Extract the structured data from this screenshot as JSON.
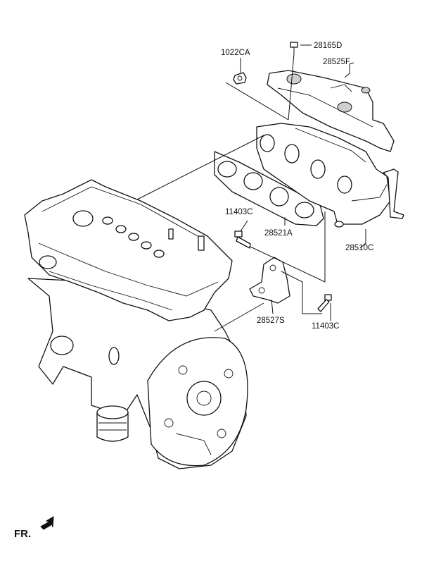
{
  "labels": {
    "nut_1022ca": "1022CA",
    "bolt_28165d": "28165D",
    "heat_shield_28525f": "28525F",
    "bolt_11403c_upper": "11403C",
    "gasket_28521a": "28521A",
    "manifold_28510c": "28510C",
    "bracket_28527s": "28527S",
    "bolt_11403c_lower": "11403C"
  },
  "front_indicator": "FR."
}
